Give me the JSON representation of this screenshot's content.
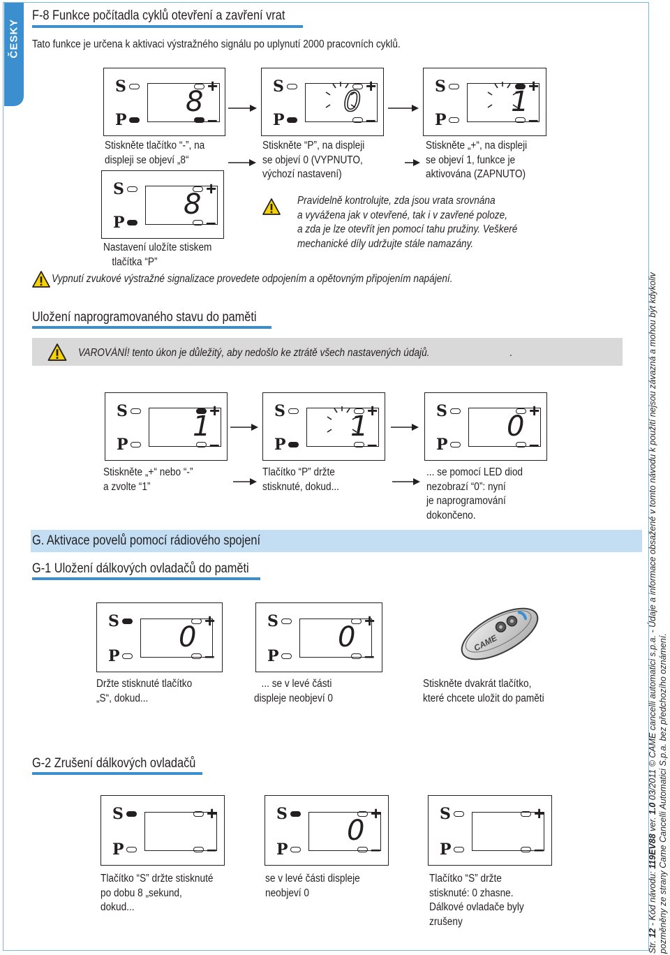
{
  "language_tab": "ČESKY",
  "f8": {
    "title": "F-8 Funkce počítadla cyklů otevření a zavření vrat",
    "intro": "Tato funkce je určena k aktivaci výstražného signálu po uplynutí 2000 pracovních cyklů.",
    "step1": [
      "Stiskněte tlačítko “-”, na",
      "displeji se objeví „8“"
    ],
    "step2": [
      "Stiskněte “P”, na displeji",
      "se objeví 0 (VYPNUTO,",
      "výchozí nastavení)"
    ],
    "step3": [
      "Stiskněte „+“, na displeji",
      "se objeví 1, funkce je",
      "aktivována (ZAPNUTO)"
    ],
    "save": [
      "Nastavení uložíte stiskem",
      "tlačítka “P”"
    ],
    "note": [
      "Pravidelně kontrolujte, zda jsou vrata srovnána",
      "a vyvážena jak v otevřené, tak i v zavřené poloze,",
      "a zda je lze otevřít jen pomocí tahu pružiny. Veškeré",
      "mechanické díly udržujte stále namazány."
    ],
    "warning": "Vypnutí zvukové výstražné signalizace provedete odpojením a opětovným připojením napájení."
  },
  "memory": {
    "title": "Uložení naprogramovaného stavu do paměti",
    "warning_bold": "VAROVÁNÍ!",
    "warning_text": " tento úkon je důležitý, aby nedošlo ke ztrátě všech nastavených údajů.",
    "warning_dot": ".",
    "step1": [
      "Stiskněte „+“ nebo “-”",
      "a zvolte “1”"
    ],
    "step2": [
      "Tlačítko “P” držte",
      "stisknuté, dokud..."
    ],
    "step3": [
      "... se pomocí LED diod",
      "nezobrazí “0”: nyní",
      "je naprogramování",
      "dokončeno."
    ]
  },
  "g": {
    "title": "G. Aktivace povelů pomocí rádiového spojení"
  },
  "g1": {
    "title": "G-1 Uložení dálkových ovladačů do paměti",
    "step1": [
      "Držte stisknuté tlačítko",
      "„S“, dokud..."
    ],
    "step2": [
      "... se v levé části",
      "displeje neobjeví 0"
    ],
    "step3": [
      "Stiskněte dvakrát tlačítko,",
      "které chcete uložit do paměti"
    ],
    "remote_brand": "CAME"
  },
  "g2": {
    "title": "G-2 Zrušení dálkových ovladačů",
    "step1": [
      "Tlačítko “S” držte stisknuté",
      "po dobu 8 „sekund,",
      "dokud..."
    ],
    "step2": [
      "se v levé části displeje",
      "neobjeví 0"
    ],
    "step3": [
      "Tlačítko “S” držte",
      "stisknuté: 0 zhasne.",
      "Dálkové ovladače byly",
      "zrušeny"
    ]
  },
  "panel_labels": {
    "s": "S",
    "p": "P",
    "plus": "+",
    "minus": "–"
  },
  "digits": {
    "eight": "8",
    "zero": "0",
    "one": "1"
  },
  "footer": {
    "line1_a": "Str. ",
    "line1_b": "12",
    "line1_c": " - Kód návodu: ",
    "line1_d": "119EV88",
    "line1_e": " ver. ",
    "line1_f": "1.0",
    "line1_g": " 03/2011 © CAME cancelli automatici s.p.a. - Údaje a informace obsažené v tomto návodu k použití nejsou závazná a mohou být kdykoliv",
    "line2": "pozměněny ze strany Came Cancelli Automatici S.p.a. bez předchozího oznámení."
  },
  "colors": {
    "accent": "#3b8fcf",
    "light_blue": "#c3def3",
    "grey_bar": "#d9d9d9",
    "warning_yellow": "#f6d300"
  }
}
